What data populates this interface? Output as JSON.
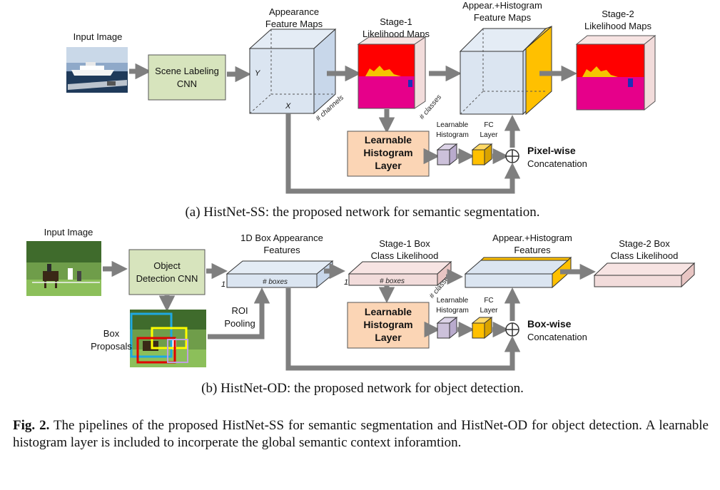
{
  "a": {
    "input_image": "Input Image",
    "scene_cnn": [
      "Scene Labeling",
      "CNN"
    ],
    "appearance_maps": [
      "Appearance",
      "Feature Maps"
    ],
    "axis_y": "Y",
    "axis_x": "X",
    "channels": "# channels",
    "stage1": [
      "Stage-1",
      "Likelihood Maps"
    ],
    "classes": "# classes",
    "appear_hist": [
      "Appear.+Histogram",
      "Feature Maps"
    ],
    "stage2": [
      "Stage-2",
      "Likelihood Maps"
    ],
    "hist_layer": [
      "Learnable",
      "Histogram",
      "Layer"
    ],
    "small_hist": [
      "Learnable",
      "Histogram"
    ],
    "fc": [
      "FC",
      "Layer"
    ],
    "concat_bold": "Pixel-wise",
    "concat": "Concatenation",
    "caption": "(a) HistNet-SS: the proposed network for semantic segmentation."
  },
  "b": {
    "input_image": "Input Image",
    "obj_cnn": [
      "Object",
      "Detection CNN"
    ],
    "box_features": [
      "1D Box Appearance",
      "Features"
    ],
    "one": "1",
    "boxes": "# boxes",
    "stage1": [
      "Stage-1 Box",
      "Class Likelihood"
    ],
    "classes": "# classes",
    "appear_hist": [
      "Appear.+Histogram",
      "Features"
    ],
    "stage2": [
      "Stage-2 Box",
      "Class Likelihood"
    ],
    "roi": [
      "ROI",
      "Pooling"
    ],
    "box_prop": [
      "Box",
      "Proposals"
    ],
    "hist_layer": [
      "Learnable",
      "Histogram",
      "Layer"
    ],
    "small_hist": [
      "Learnable",
      "Histogram"
    ],
    "fc": [
      "FC",
      "Layer"
    ],
    "concat_bold": "Box-wise",
    "concat": "Concatenation",
    "caption": "(b) HistNet-OD: the proposed network for object detection."
  },
  "figure": {
    "label": "Fig. 2.",
    "text": "The pipelines of the proposed HistNet-SS for semantic segmentation and HistNet-OD for object detection. A learnable histogram layer is included to incorperate the global semantic context inforamtion."
  },
  "colors": {
    "green": "#d7e4bd",
    "peach": "#fbd5b5",
    "blue": "#dbe5f1",
    "pink": "#f2dcdb",
    "gold": "#ffc000",
    "lavender": "#ccc1da",
    "arrow": "#7f7f7f",
    "red": "#ff0000",
    "magenta": "#e6008a"
  }
}
